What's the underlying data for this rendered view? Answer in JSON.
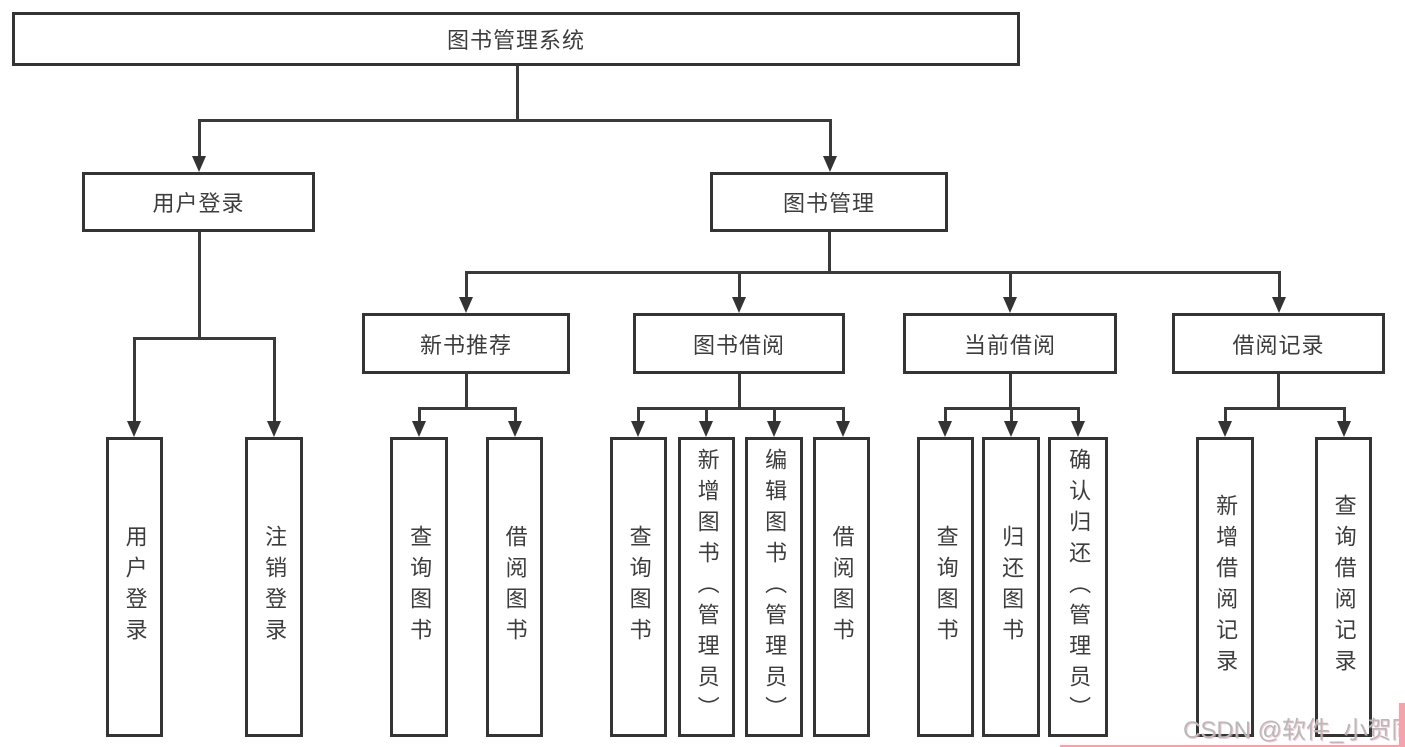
{
  "palette": {
    "background": "#ffffff",
    "line": "#3a3a3a",
    "box_border": "#343434",
    "text": "#3d3d3d",
    "watermark_text": "#b6babd",
    "watermark_accent": "#f2a3ab"
  },
  "nodes": {
    "root": {
      "label": "图书管理系统"
    },
    "user_login": {
      "label": "用户登录"
    },
    "book_management": {
      "label": "图书管理"
    },
    "new_book_rec": {
      "label": "新书推荐"
    },
    "book_borrowing": {
      "label": "图书借阅"
    },
    "current_borrowing": {
      "label": "当前借阅"
    },
    "borrowing_records": {
      "label": "借阅记录"
    },
    "leaf_user_login": {
      "label": "用户登录"
    },
    "leaf_logout": {
      "label": "注销登录"
    },
    "leaf_nbr_query": {
      "label": "查询图书"
    },
    "leaf_nbr_borrow": {
      "label": "借阅图书"
    },
    "leaf_bb_query": {
      "label": "查询图书"
    },
    "leaf_bb_add": {
      "label": "新增图书（管理员）"
    },
    "leaf_bb_edit": {
      "label": "编辑图书（管理员）"
    },
    "leaf_bb_borrow": {
      "label": "借阅图书"
    },
    "leaf_cb_query": {
      "label": "查询图书"
    },
    "leaf_cb_return": {
      "label": "归还图书"
    },
    "leaf_cb_confirm": {
      "label": "确认归还（管理员）"
    },
    "leaf_br_add": {
      "label": "新增借阅记录"
    },
    "leaf_br_query": {
      "label": "查询借阅记录"
    }
  },
  "watermark": {
    "text": "CSDN @软件_小贺同学"
  }
}
